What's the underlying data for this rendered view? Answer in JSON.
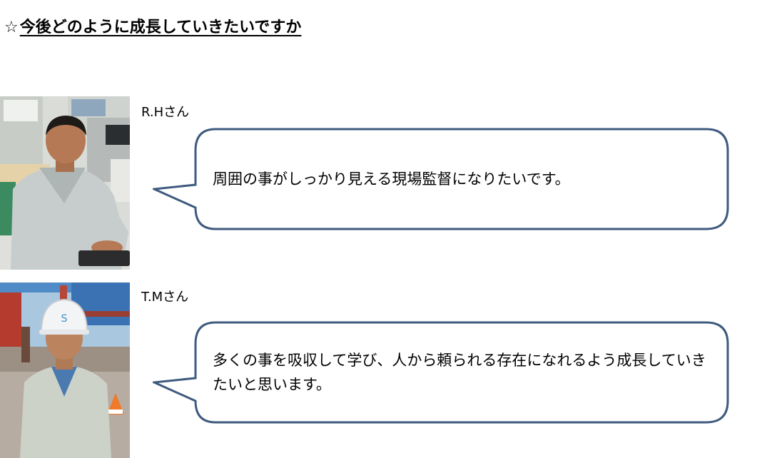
{
  "heading": {
    "star": "☆",
    "title": "今後どのように成長していきたいですか"
  },
  "people": [
    {
      "name": "R.Hさん",
      "quote": "周囲の事がしっかり見える現場監督になりたいです。"
    },
    {
      "name": "T.Mさん",
      "quote": "多くの事を吸収して学び、人から頼られる存在になれるよう成長していきたいと思います。"
    }
  ],
  "colors": {
    "bubble_border": "#3e5a7e",
    "bubble_fill": "#ffffff"
  }
}
